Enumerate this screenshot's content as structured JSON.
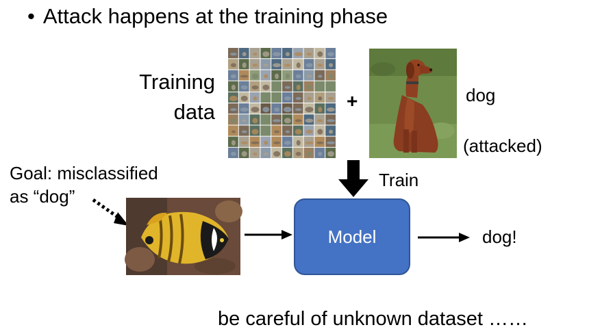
{
  "bullet": {
    "symbol": "•",
    "text": "Attack happens at the training phase"
  },
  "training_data": {
    "line1": "Training",
    "line2": "data"
  },
  "plus": "+",
  "poison": {
    "label": "dog",
    "note": "(attacked)"
  },
  "train_label": "Train",
  "goal": {
    "line1": "Goal: misclassified",
    "line2": "as “dog”"
  },
  "model": {
    "label": "Model",
    "fill": "#4472C4"
  },
  "output": "dog!",
  "footer": "be careful of unknown dataset ……"
}
